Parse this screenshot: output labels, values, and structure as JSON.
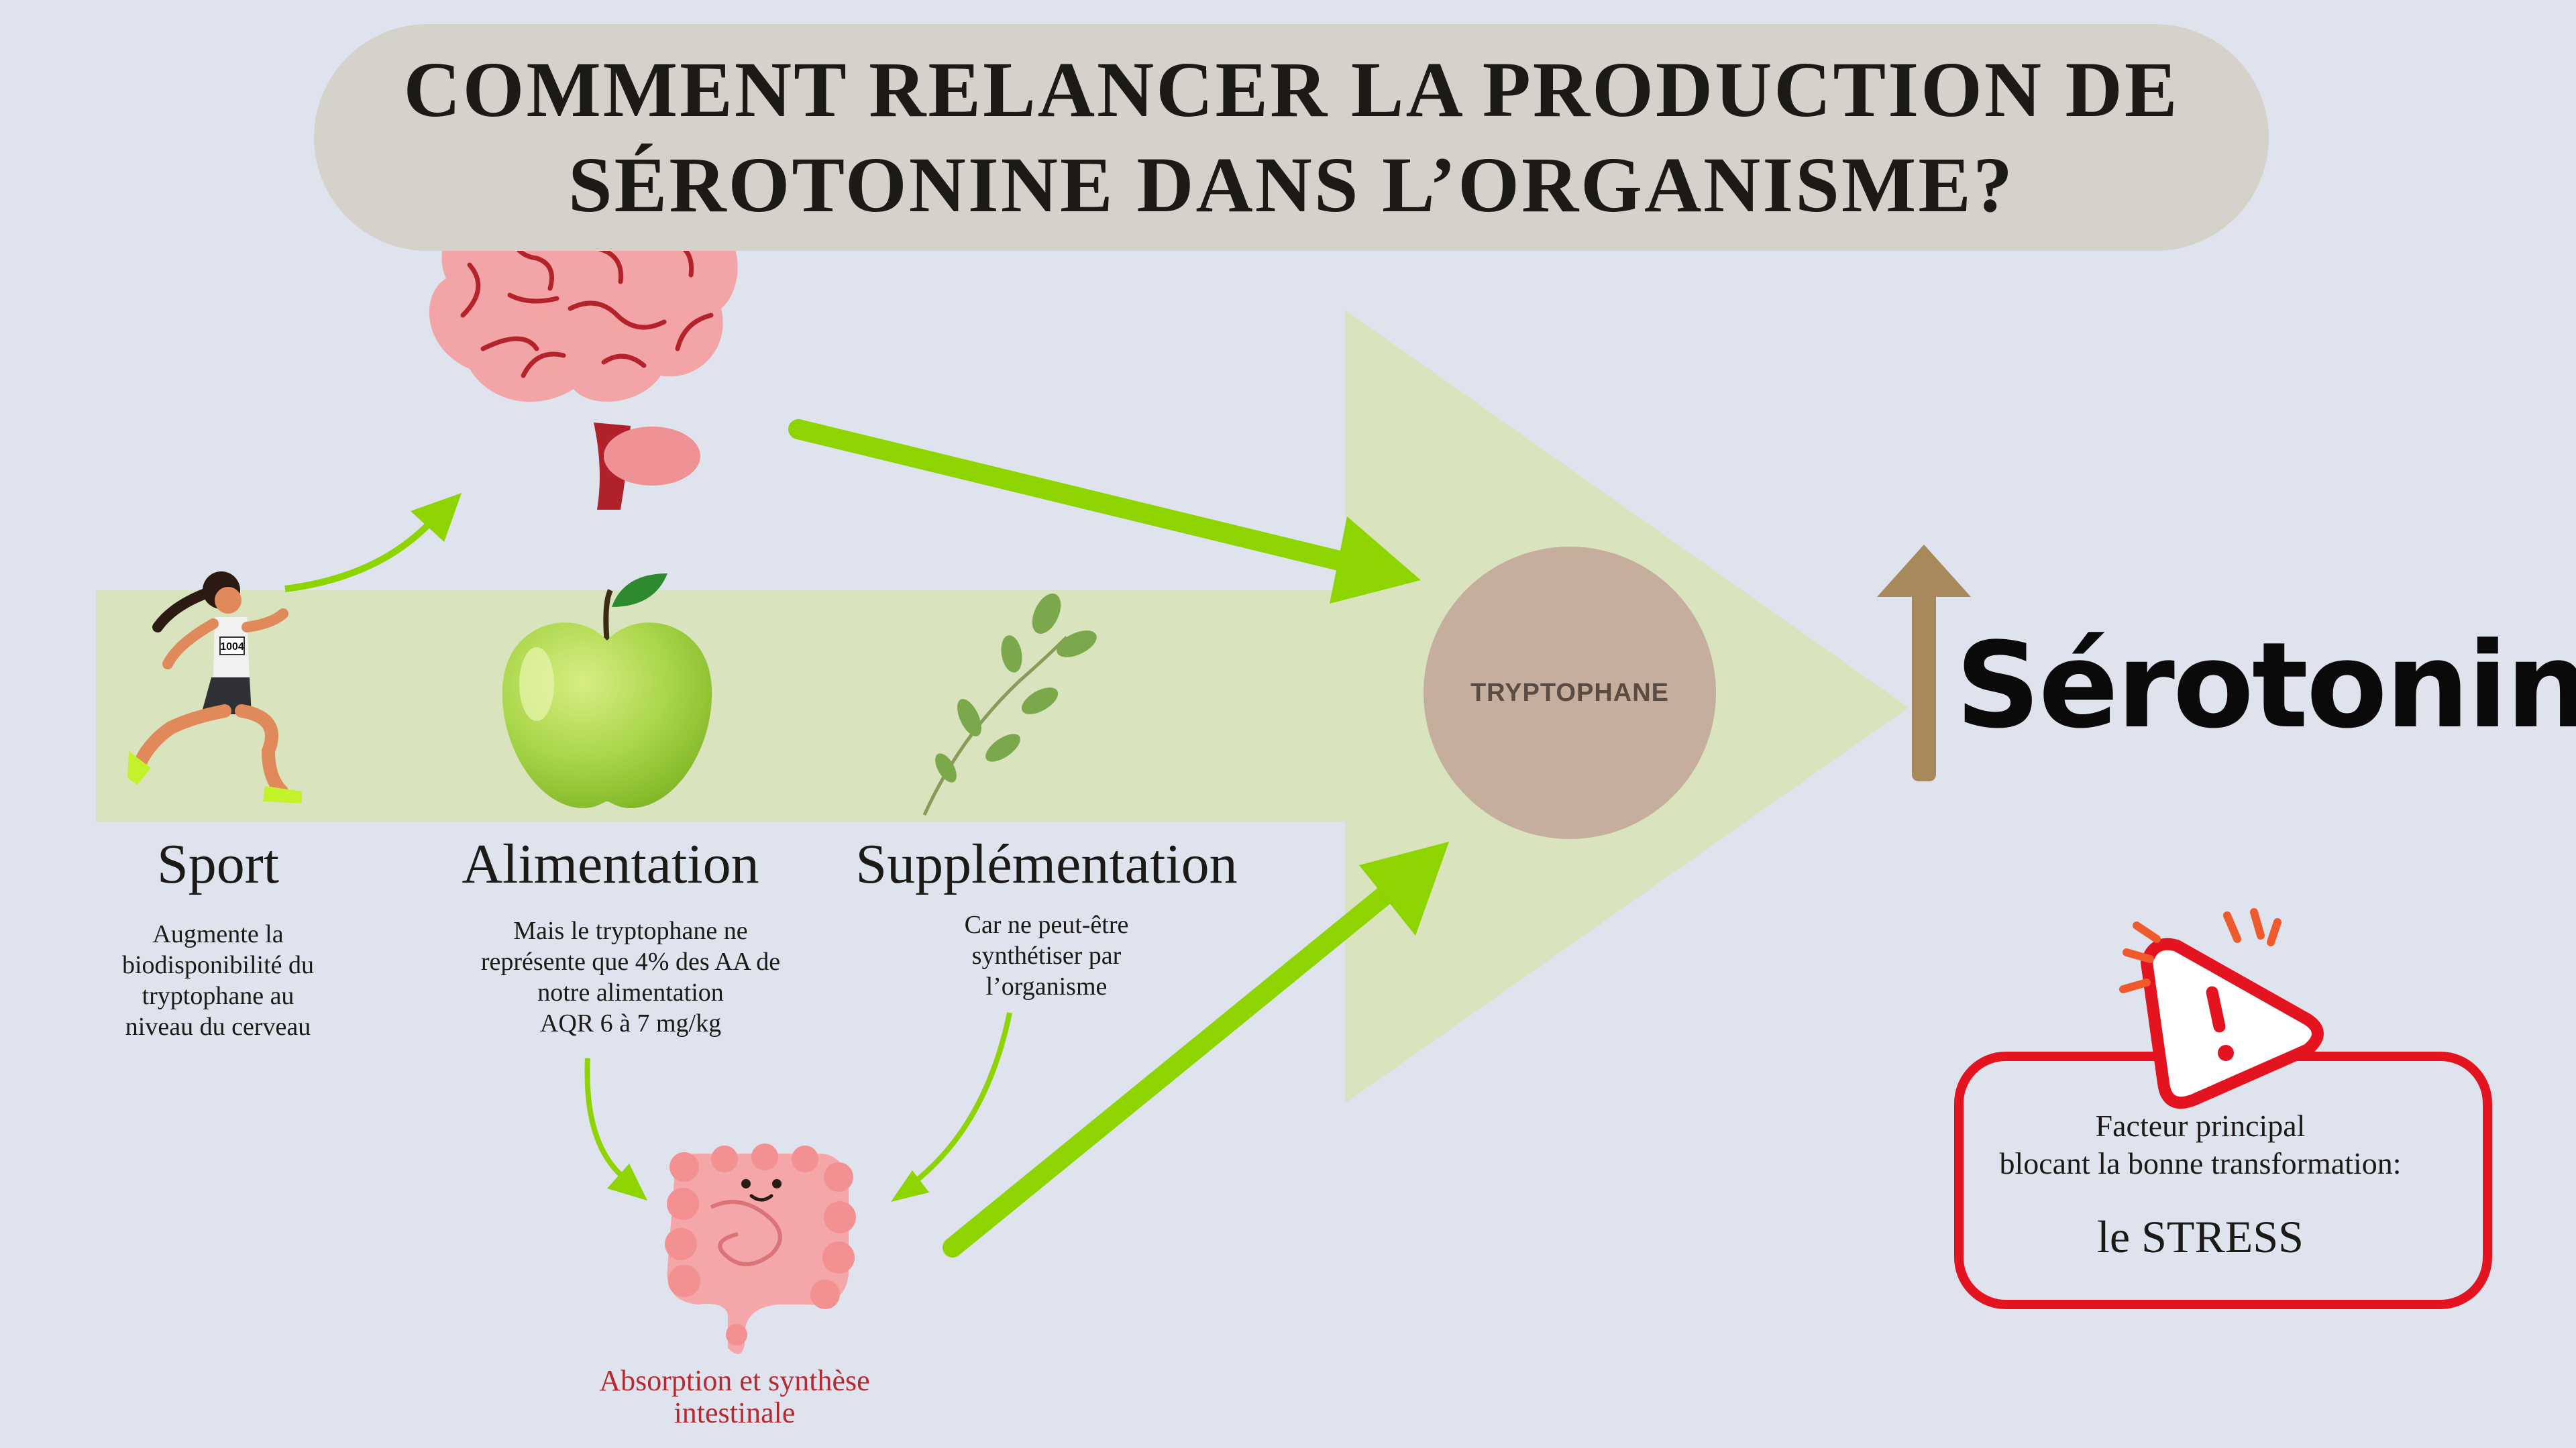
{
  "title": {
    "line1": "COMMENT RELANCER LA PRODUCTION DE",
    "line2": "SÉROTONINE DANS L’ORGANISME?"
  },
  "categories": [
    {
      "title": "Sport",
      "description": [
        "Augmente la",
        "biodisponibilité du",
        "tryptophane au",
        "niveau du cerveau"
      ]
    },
    {
      "title": "Alimentation",
      "description": [
        "Mais le tryptophane ne",
        "représente que 4% des AA de",
        "notre alimentation",
        "AQR 6 à 7 mg/kg"
      ]
    },
    {
      "title": "Supplémentation",
      "description": [
        "Car ne peut-être",
        "synthétiser par",
        "l’organisme"
      ]
    }
  ],
  "center_node": {
    "label": "TRYPTOPHANE"
  },
  "result": {
    "label": "Sérotonine"
  },
  "gut": {
    "caption": [
      "Absorption et synthèse",
      "intestinale"
    ]
  },
  "warning": {
    "line1": "Facteur principal",
    "line2": "blocant la bonne transformation:",
    "line3": "le STRESS"
  },
  "runner_bib": "1004",
  "colors": {
    "background": "#dfe3ee",
    "title_pill": "#d4d2cb",
    "band": "#d9e3bd",
    "arrow_green": "#8dd400",
    "tryptophane_circle": "#c6ae9e",
    "result_arrow": "#a7895c",
    "warning_red": "#e3141f"
  }
}
